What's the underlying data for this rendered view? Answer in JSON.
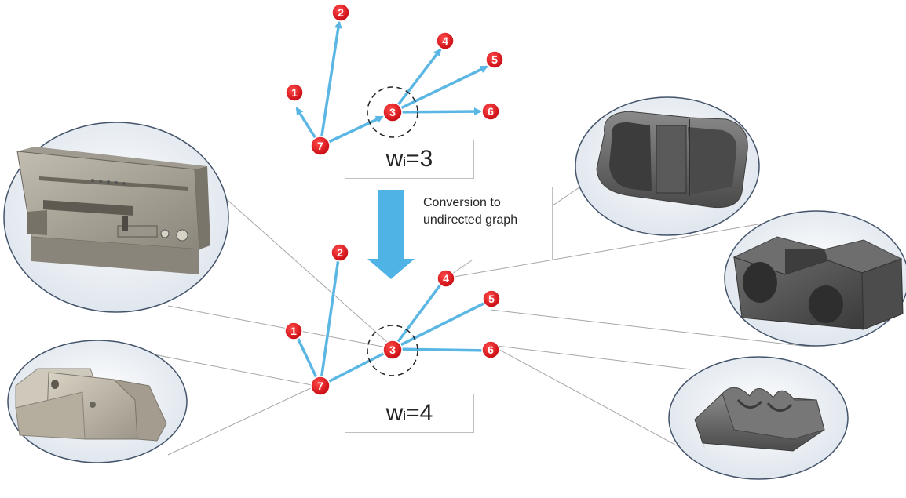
{
  "top_graph": {
    "weight_prefix": "w",
    "weight_subscript": "i",
    "weight_value": "=3",
    "nodes": [
      "1",
      "2",
      "3",
      "4",
      "5",
      "6",
      "7"
    ]
  },
  "conversion_label": "Conversion to undirected graph",
  "bottom_graph": {
    "weight_prefix": "w",
    "weight_subscript": "i",
    "weight_value": "=4",
    "nodes": [
      "1",
      "2",
      "3",
      "4",
      "5",
      "6",
      "7"
    ]
  },
  "parts": [
    "part-housing",
    "part-oval-spacer",
    "part-bracket",
    "part-corner-block",
    "part-saddle"
  ],
  "colors": {
    "node_fill": "#e3101c",
    "edge": "#5ab6e3",
    "arrow_fill": "#4fb3e6"
  }
}
